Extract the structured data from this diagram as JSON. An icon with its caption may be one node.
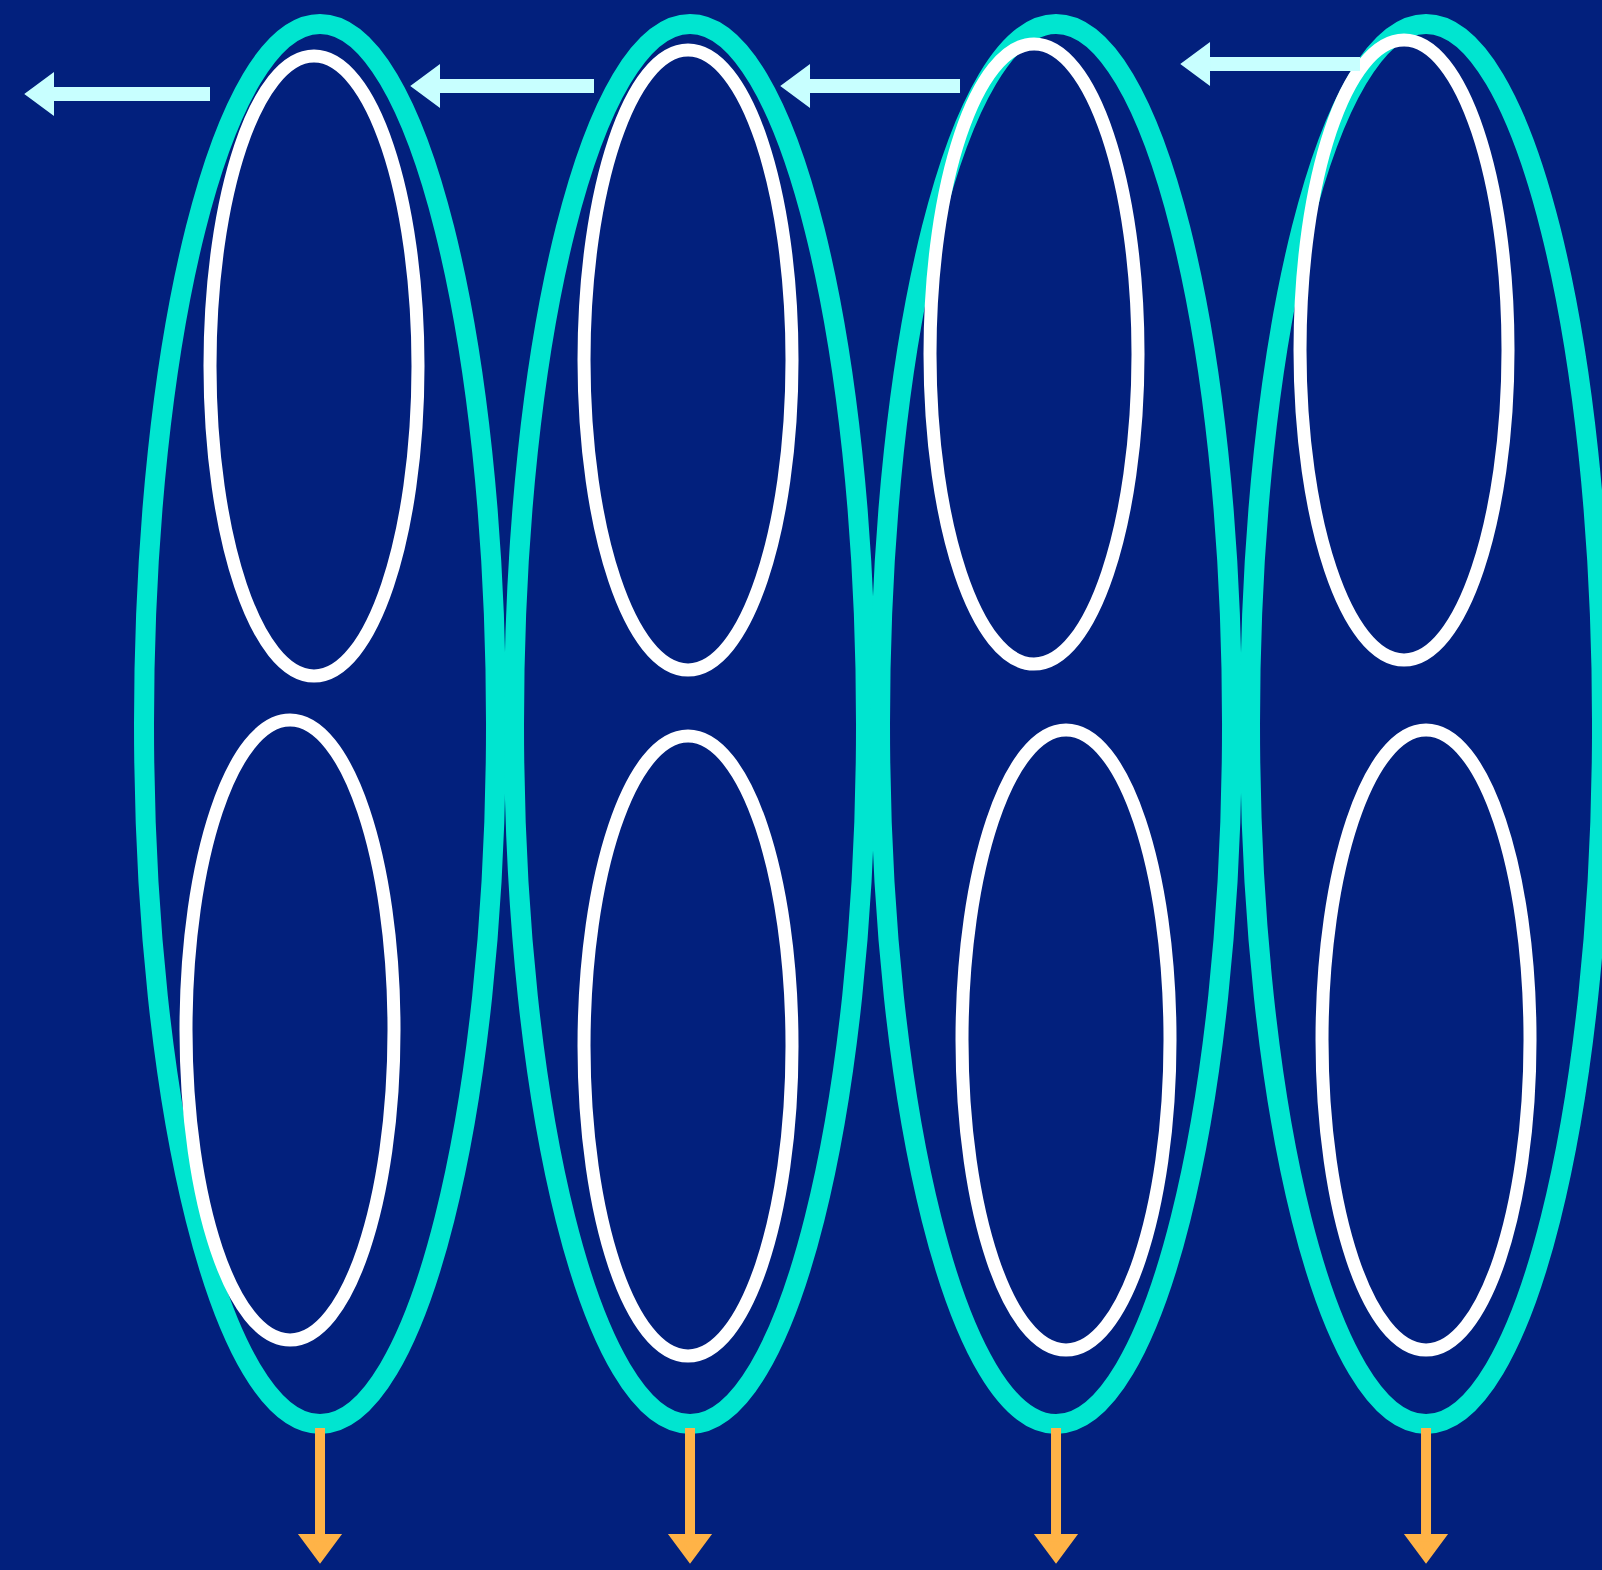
{
  "diagram": {
    "nodes": [
      {
        "text": [],
        "shape": "ellipse"
      },
      {
        "text": [],
        "shape": "ellipse",
        "in": 0
      },
      {
        "text": [],
        "shape": "ellipse",
        "in": 0
      },
      {
        "text": [],
        "shape": "ellipse"
      },
      {
        "text": [],
        "shape": "ellipse",
        "in": 3
      },
      {
        "text": [],
        "shape": "ellipse",
        "in": 3
      },
      {
        "text": [],
        "shape": "ellipse"
      },
      {
        "text": [],
        "shape": "ellipse",
        "in": 6
      },
      {
        "text": [],
        "shape": "ellipse",
        "in": 6
      },
      {
        "text": [],
        "shape": "ellipse"
      },
      {
        "text": [],
        "shape": "ellipse",
        "in": 9
      },
      {
        "text": [],
        "shape": "ellipse",
        "in": 9
      }
    ],
    "edges": [
      {
        "from": 0,
        "to": null,
        "arrow": "to",
        "color": "#c8ffff"
      },
      {
        "from": 3,
        "to": 0,
        "arrow": "to",
        "color": "#c8ffff"
      },
      {
        "from": 6,
        "to": 3,
        "arrow": "to",
        "color": "#c8ffff"
      },
      {
        "from": 9,
        "to": 6,
        "arrow": "to",
        "color": "#c8ffff"
      },
      {
        "from": 0,
        "to": null,
        "arrow": "to",
        "color": "#ffb347"
      },
      {
        "from": 3,
        "to": null,
        "arrow": "to",
        "color": "#ffb347"
      },
      {
        "from": 6,
        "to": null,
        "arrow": "to",
        "color": "#ffb347"
      },
      {
        "from": 9,
        "to": null,
        "arrow": "to",
        "color": "#ffb347"
      }
    ]
  }
}
